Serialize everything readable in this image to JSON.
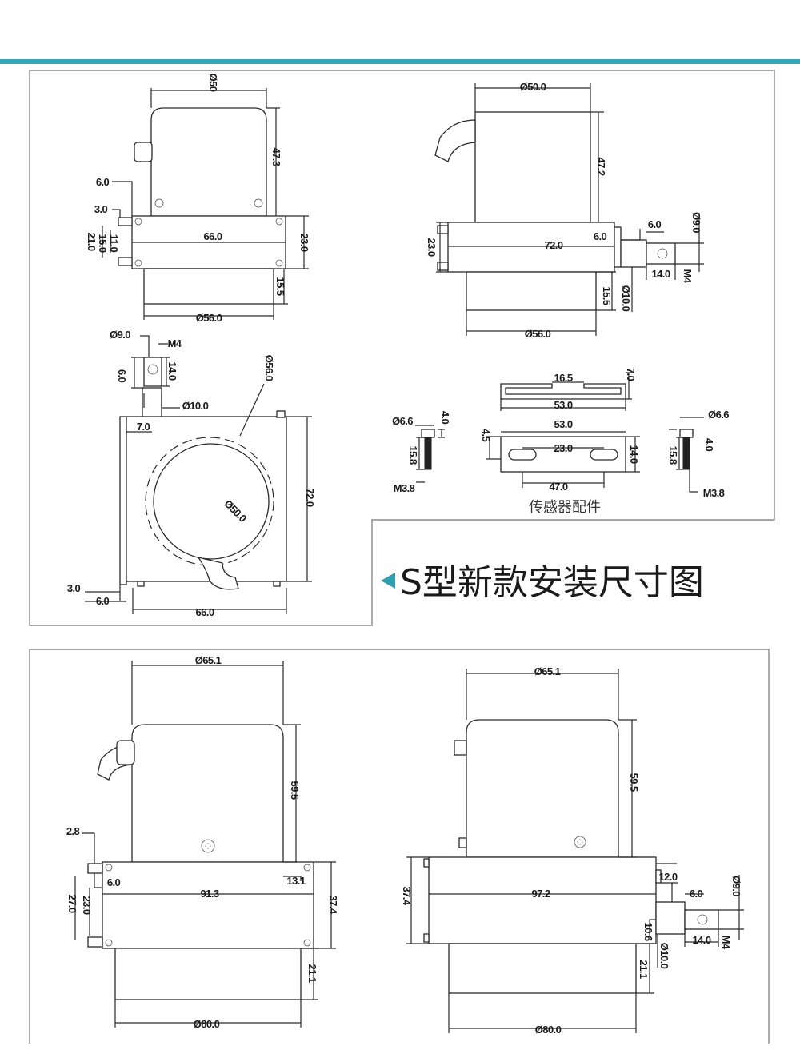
{
  "colors": {
    "accent_band": "#35a6b4",
    "title_arrow": "#2e9eb0",
    "frame": "#8a8a8a",
    "drawing": "#2a2a2a"
  },
  "title": "S型新款安装尺寸图",
  "accessories_label": "传感器配件",
  "dims": {
    "s_front": {
      "top_diameter": "Ø50",
      "height_upper": "47.3",
      "left_a": "6.0",
      "left_b": "3.0",
      "left_c": "21.0",
      "left_d": "15.0",
      "left_e": "11.0",
      "flange_width": "66.0",
      "flange_height": "23.0",
      "bottom_height": "15.5",
      "bottom_diameter": "Ø56.0"
    },
    "s_side": {
      "top_diameter": "Ø50.0",
      "height_upper": "47.2",
      "flange_height": "23.0",
      "flange_width": "72.0",
      "spacer_a": "6.0",
      "spacer_b": "6.0",
      "hole_diameter": "Ø9.0",
      "hook_length": "14.0",
      "thread": "M4",
      "bottom_height": "15.5",
      "shaft_diameter": "Ø10.0",
      "bottom_diameter": "Ø56.0"
    },
    "s_top": {
      "hole_diameter": "Ø9.0",
      "thread": "M4",
      "hook_offset": "6.0",
      "hook_length": "14.0",
      "shaft_diameter": "Ø10.0",
      "outer_diameter": "Ø56.0",
      "wall": "7.0",
      "height": "72.0",
      "inner_diameter": "Ø50.0",
      "bottom_a": "3.0",
      "bottom_b": "6.0",
      "width": "66.0"
    },
    "accessories": {
      "clip_top": "16.5",
      "clip_height": "7.0",
      "clip_width": "53.0",
      "plate_width": "53.0",
      "plate_slot": "23.0",
      "plate_thickness": "4.5",
      "plate_height": "14.0",
      "plate_holes": "47.0",
      "screw_left_head": "Ø6.6",
      "screw_left_head_h": "4.0",
      "screw_left_len": "15.8",
      "screw_left_thread": "M3.8",
      "screw_right_head": "Ø6.6",
      "screw_right_head_h": "4.0",
      "screw_right_len": "15.8",
      "screw_right_thread": "M3.8"
    },
    "l_front": {
      "top_diameter": "Ø65.1",
      "height_upper": "59.5",
      "left_a": "2.8",
      "left_b": "6.0",
      "left_c": "27.0",
      "left_d": "23.0",
      "flange_width": "91.3",
      "flange_offset": "13.1",
      "flange_height": "37.4",
      "bottom_height": "21.1",
      "bottom_diameter": "Ø80.0"
    },
    "l_side": {
      "top_diameter": "Ø65.1",
      "height_upper": "59.5",
      "flange_height": "37.4",
      "flange_width": "97.2",
      "spacer_a": "12.0",
      "spacer_b": "6.0",
      "hole_diameter": "Ø9.0",
      "hook_length": "14.0",
      "thread": "M4",
      "shaft_offset": "10.6",
      "shaft_diameter": "Ø10.0",
      "bottom_height": "21.1",
      "bottom_diameter": "Ø80.0"
    }
  }
}
